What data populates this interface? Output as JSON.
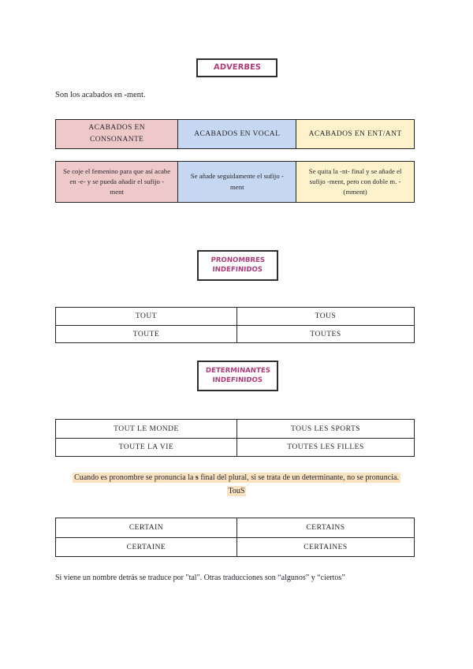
{
  "colors": {
    "accent_magenta": "#b23c79",
    "header_pink": "#efc9ca",
    "header_blue": "#c6d7f1",
    "header_cream": "#fdf2cc",
    "highlight_peach": "#fbe3c2",
    "border_dark": "#262626"
  },
  "adverbs": {
    "title": "ADVERBES",
    "intro": "Son los acabados en -ment.",
    "columns": [
      {
        "header": "ACABADOS EN CONSONANTE",
        "description": "Se coje el femenino para que así acabe en -e- y se pueda añadir el sufijo -ment"
      },
      {
        "header": "ACABADOS EN VOCAL",
        "description": "Se añade seguidamente el sufijo -ment"
      },
      {
        "header": "ACABADOS EN ENT/ANT",
        "description": "Se quita la -nt- final y se añade el sufijo -ment, pero con doble m. -(mment)"
      }
    ]
  },
  "pronouns": {
    "title": "PRONOMBRES INDEFINIDOS",
    "table": [
      [
        "TOUT",
        "TOUS"
      ],
      [
        "TOUTE",
        "TOUTES"
      ]
    ]
  },
  "determiners": {
    "title": "DETERMINANTES INDEFINIDOS",
    "table": [
      [
        "TOUT LE MONDE",
        "TOUS LES SPORTS"
      ],
      [
        "TOUTE LA VIE",
        "TOUTES LES FILLES"
      ]
    ],
    "note": {
      "part1": "Cuando es pronombre se pronuncia la ",
      "bold": "s",
      "part2": " final del plural, si se trata de un determinante, no se pronuncia.",
      "example": "TouS"
    }
  },
  "certain": {
    "table": [
      [
        "CERTAIN",
        "CERTAINS"
      ],
      [
        "CERTAINE",
        "CERTAINES"
      ]
    ],
    "footer": "Si viene un nombre detrás se traduce por \"tal\". Otras traducciones son “algunos” y “ciertos”"
  }
}
